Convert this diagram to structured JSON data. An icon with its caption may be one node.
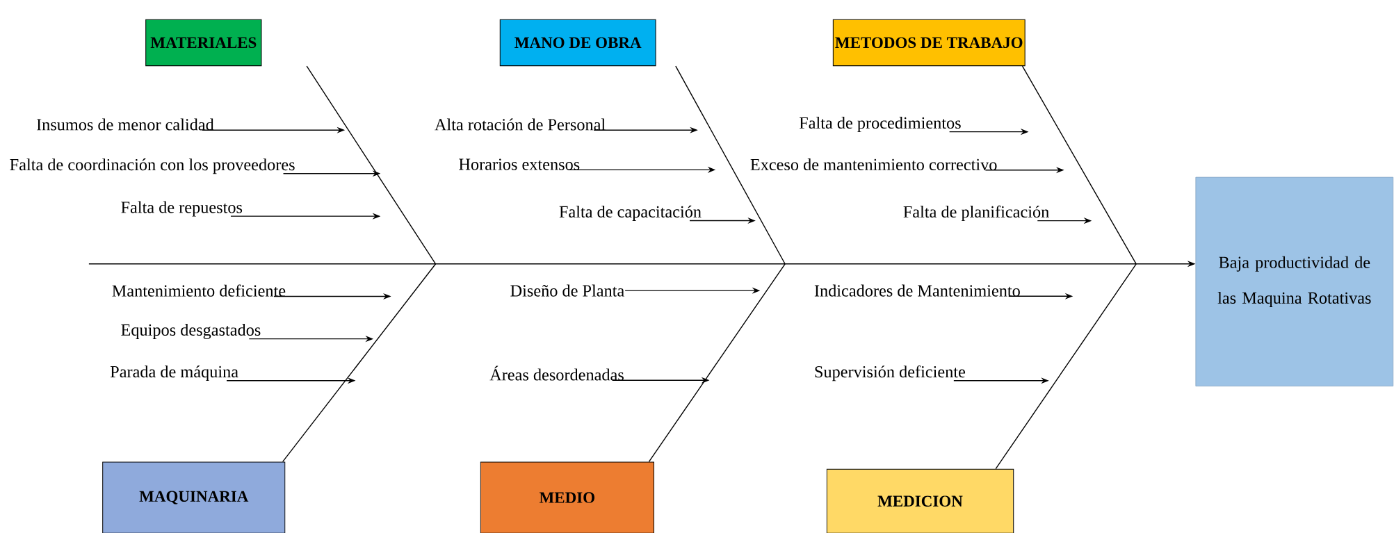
{
  "diagram": {
    "nodes": [
      {
        "text": [
          "MATERIALES"
        ]
      },
      {
        "text": [
          "MANO DE OBRA"
        ]
      },
      {
        "text": [
          "METODOS DE TRABAJO"
        ]
      },
      {
        "text": [
          "MAQUINARIA"
        ]
      },
      {
        "text": [
          "MEDIO"
        ]
      },
      {
        "text": [
          "MEDICION"
        ]
      },
      {
        "text": [
          "Baja productividad de las Maquina Rotativas"
        ]
      },
      {
        "text": [
          "Insumos de menor calidad"
        ]
      },
      {
        "text": [
          "Falta de coordinación con los proveedores"
        ]
      },
      {
        "text": [
          "Falta de repuestos"
        ]
      },
      {
        "text": [
          "Alta rotación de Personal"
        ]
      },
      {
        "text": [
          "Horarios extensos"
        ]
      },
      {
        "text": [
          "Falta de capacitación"
        ]
      },
      {
        "text": [
          "Falta de procedimientos"
        ]
      },
      {
        "text": [
          "Exceso de mantenimiento correctivo"
        ]
      },
      {
        "text": [
          "Falta de planificación"
        ]
      },
      {
        "text": [
          "Mantenimiento deficiente"
        ]
      },
      {
        "text": [
          "Equipos desgastados"
        ]
      },
      {
        "text": [
          "Parada de máquina"
        ]
      },
      {
        "text": [
          "Diseño de Planta"
        ]
      },
      {
        "text": [
          "Áreas desordenadas"
        ]
      },
      {
        "text": [
          "Indicadores de Mantenimiento"
        ]
      },
      {
        "text": [
          "Supervisión deficiente"
        ]
      }
    ],
    "edges": [
      {
        "from": 0,
        "to": null,
        "arrow": "none"
      },
      {
        "from": 1,
        "to": null,
        "arrow": "none"
      },
      {
        "from": 2,
        "to": null,
        "arrow": "none"
      },
      {
        "from": 3,
        "to": null,
        "arrow": "none"
      },
      {
        "from": 4,
        "to": null,
        "arrow": "none"
      },
      {
        "from": 5,
        "to": null,
        "arrow": "none"
      },
      {
        "from": null,
        "to": 6,
        "arrow": "to"
      },
      {
        "from": 7,
        "to": null,
        "arrow": "to"
      },
      {
        "from": 8,
        "to": null,
        "arrow": "to"
      },
      {
        "from": 9,
        "to": null,
        "arrow": "to"
      },
      {
        "from": 10,
        "to": null,
        "arrow": "to"
      },
      {
        "from": 11,
        "to": null,
        "arrow": "to"
      },
      {
        "from": 12,
        "to": null,
        "arrow": "to"
      },
      {
        "from": 13,
        "to": null,
        "arrow": "to"
      },
      {
        "from": 14,
        "to": null,
        "arrow": "to"
      },
      {
        "from": 15,
        "to": null,
        "arrow": "to"
      },
      {
        "from": 16,
        "to": null,
        "arrow": "to"
      },
      {
        "from": 17,
        "to": null,
        "arrow": "to"
      },
      {
        "from": 18,
        "to": null,
        "arrow": "to"
      },
      {
        "from": 19,
        "to": null,
        "arrow": "to"
      },
      {
        "from": 20,
        "to": null,
        "arrow": "to"
      },
      {
        "from": 21,
        "to": null,
        "arrow": "to"
      },
      {
        "from": 22,
        "to": null,
        "arrow": "to"
      }
    ]
  }
}
